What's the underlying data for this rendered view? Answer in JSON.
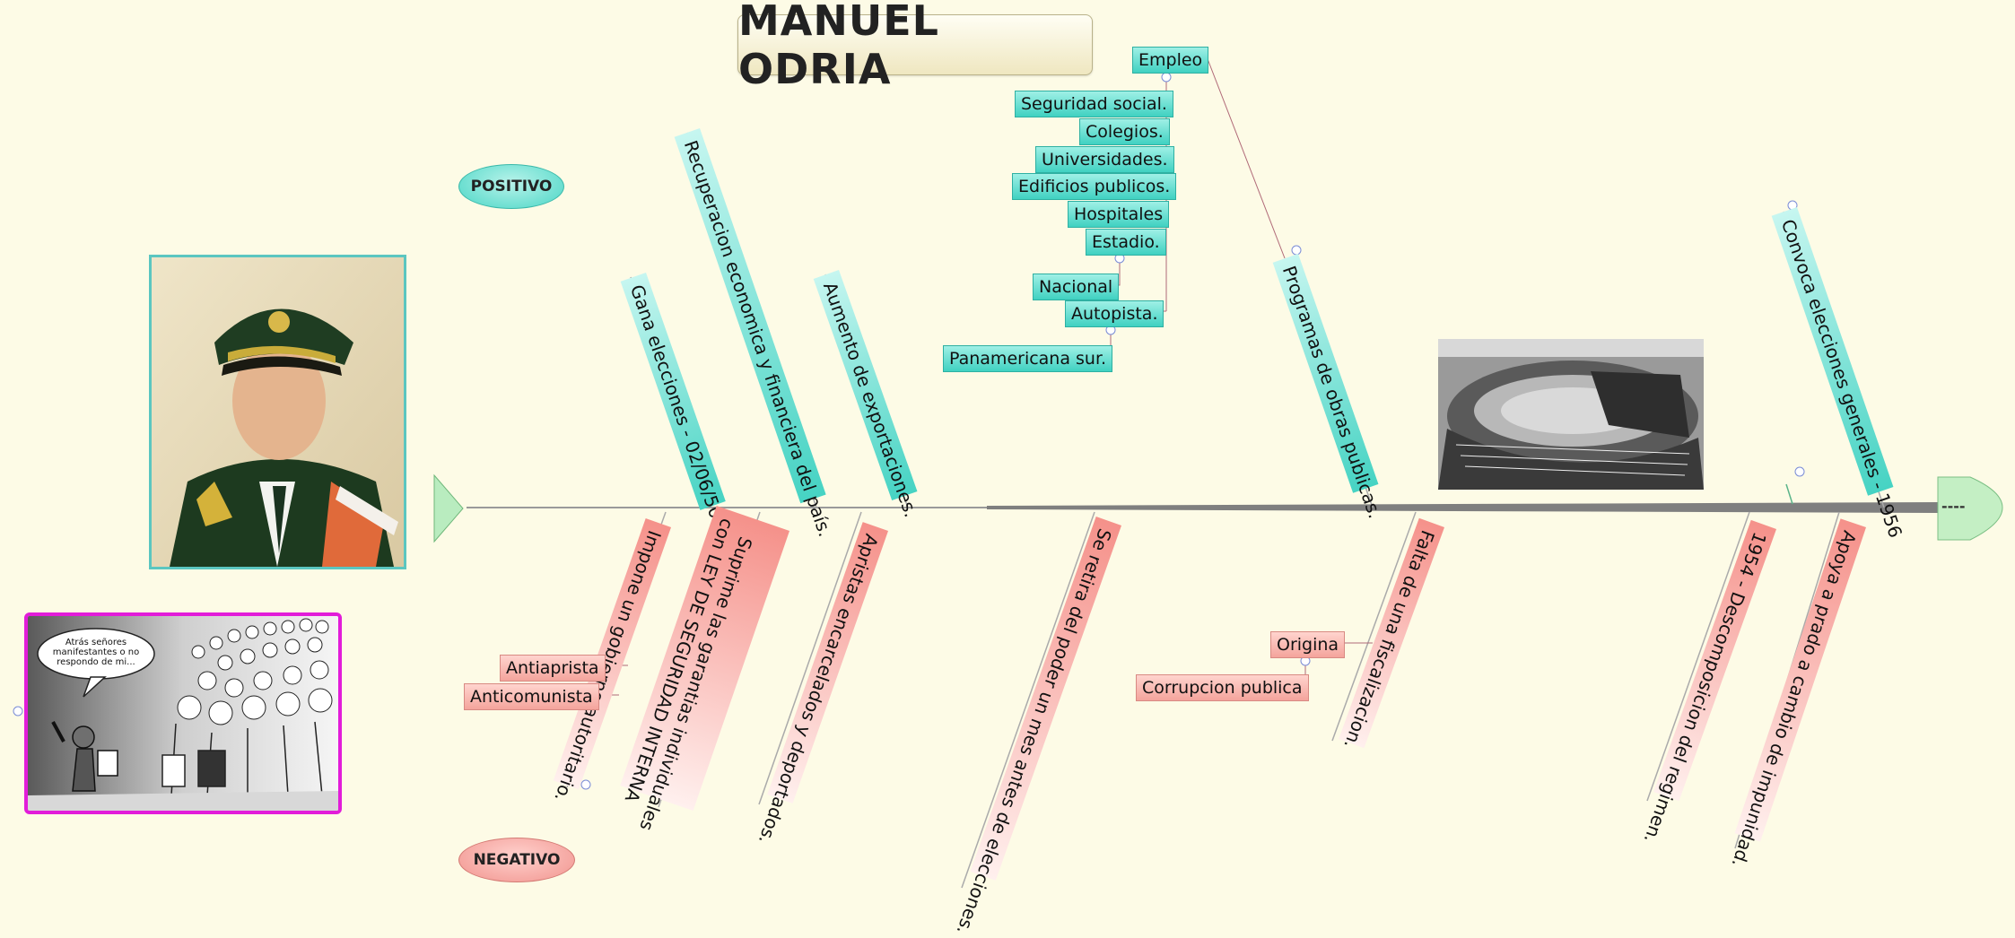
{
  "title": "MANUEL ODRIA",
  "labels": {
    "positivo": "POSITIVO",
    "negativo": "NEGATIVO",
    "head": "----"
  },
  "positive_branches": [
    "Gana elecciones - 02/06/50",
    "Recuperacion economica y financiera del país.",
    "Aumento de exportaciones.",
    "Programas de obras publicas.",
    "Convoca elecciones generales - 1956"
  ],
  "negative_branches": [
    "Impone un gobierno autoritario.",
    "Suprime las garantias individuales\ncon LEY DE SEGURIDAD INTERNA",
    "Apristas encarcelados y deportados.",
    "Se retira del poder un mes antes de elecciones.",
    "Falta de una fiscalizacion.",
    "1954 - Descomposicion del regimen.",
    "Apoya a prado a cambio de impunidad."
  ],
  "obras_topics": {
    "empleo": "Empleo",
    "items": [
      "Seguridad social.",
      "Colegios.",
      "Universidades.",
      "Edificios publicos.",
      "Hospitales",
      "Estadio.",
      "Nacional",
      "Autopista.",
      "Panamericana sur."
    ]
  },
  "authoritarian_topics": [
    "Antiaprista",
    "Anticomunista"
  ],
  "fiscal_topics": [
    "Origina",
    "Corrupcion publica"
  ],
  "cartoon": {
    "speech": "Atrás señores manifestantes o no respondo de mi..."
  },
  "colors": {
    "teal": "#46d3c3",
    "pink": "#f5918a",
    "spine": "#7f7f7f",
    "background": "#fdfbe6"
  }
}
